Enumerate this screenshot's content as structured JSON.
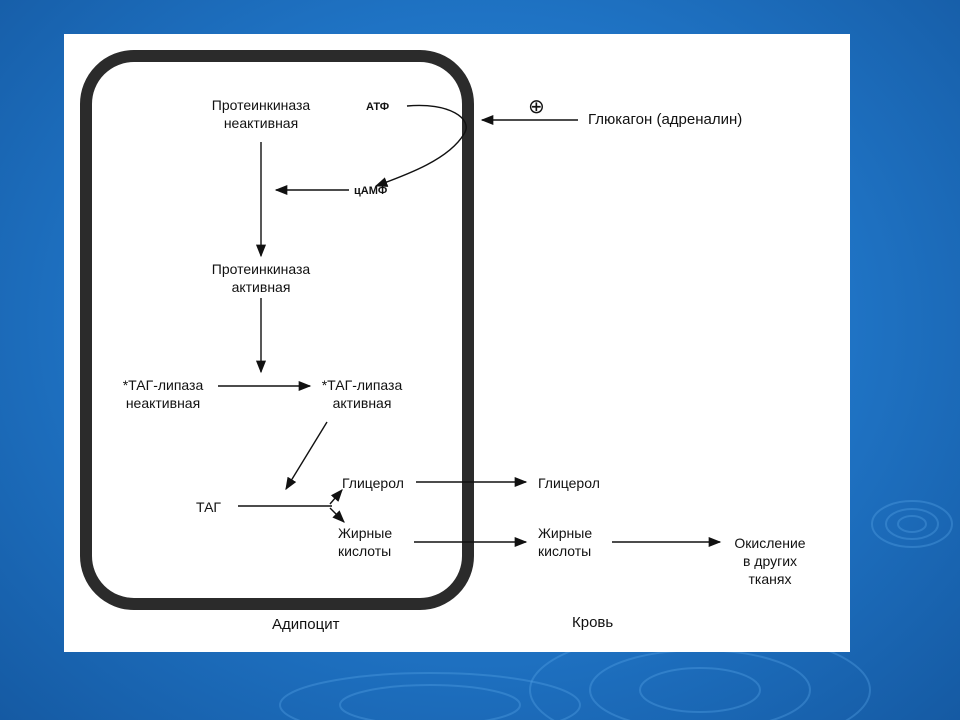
{
  "diagram": {
    "pka_inactive": {
      "line1": "Протеинкиназа",
      "line2": "неактивная"
    },
    "atp": "АТФ",
    "camp": "цАМФ",
    "plus_symbol": "⊕",
    "glucagon": "Глюкагон (адреналин)",
    "pka_active": {
      "line1": "Протеинкиназа",
      "line2": "активная"
    },
    "tag_lipase_inactive": {
      "line1": "*ТАГ-липаза",
      "line2": "неактивная"
    },
    "tag_lipase_active": {
      "line1": "*ТАГ-липаза",
      "line2": "активная"
    },
    "tag": "ТАГ",
    "glycerol_cell": "Глицерол",
    "fatty_acids_cell": {
      "line1": "Жирные",
      "line2": "кислоты"
    },
    "glycerol_blood": "Глицерол",
    "fatty_acids_blood": {
      "line1": "Жирные",
      "line2": "кислоты"
    },
    "oxidation": {
      "line1": "Окисление",
      "line2": "в других",
      "line3": "тканях"
    },
    "adipocyte_label": "Адипоцит",
    "blood_label": "Кровь"
  },
  "colors": {
    "background": "#1f73c4",
    "panel": "#ffffff",
    "cell_border": "#2b2b2b",
    "text": "#111111"
  }
}
